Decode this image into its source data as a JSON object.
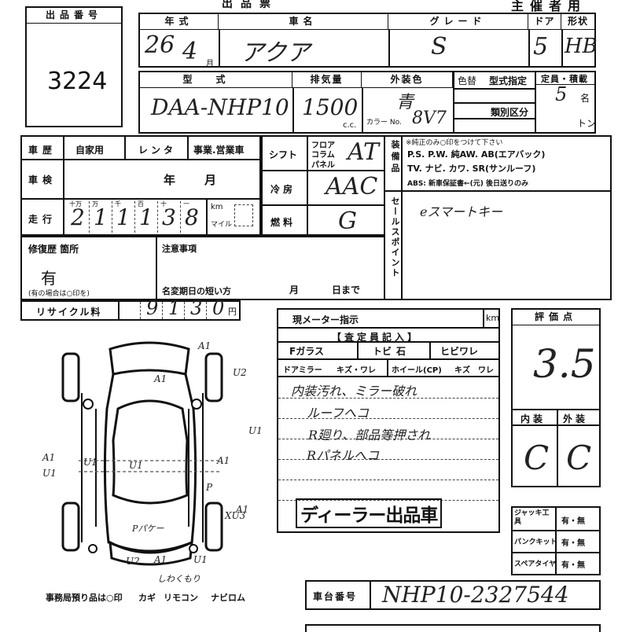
{
  "header": {
    "title": "出品票",
    "title_right": "主催者用"
  },
  "lot": {
    "label": "出品番号",
    "value": "3224"
  },
  "top_row": {
    "year_label": "年式",
    "year_value": "26",
    "month_value": "4",
    "month_suffix": "月",
    "name_label": "車名",
    "name_value": "アクア",
    "grade_label": "グレード",
    "grade_value": "S",
    "door_label": "ドア",
    "door_value": "5",
    "shape_label": "形状",
    "shape_value": "HB"
  },
  "second_row": {
    "model_label": "型式",
    "model_value": "DAA-NHP10",
    "displacement_label": "排気量",
    "displacement_value": "1500",
    "cc_unit": "c.c.",
    "exterior_label": "外装色",
    "repaint_label": "色替",
    "exterior_value": "青",
    "color_no_label": "カラー No.",
    "color_no_value": "8V7",
    "type_designation_label": "型式指定",
    "category_label": "類別区分",
    "capacity_label": "定員・積載",
    "capacity_value": "5",
    "capacity_unit": "名",
    "load_unit": "トン"
  },
  "history": {
    "label": "車歴",
    "options": [
      "自家用",
      "レンタ",
      "事業.営業車"
    ],
    "selected": "自家用"
  },
  "inspection": {
    "label": "車検",
    "year_label": "年",
    "month_label": "月"
  },
  "mileage": {
    "label": "走行",
    "unit_labels": [
      "十万",
      "万",
      "千",
      "百",
      "十",
      "一"
    ],
    "digits": [
      "2",
      "1",
      "1",
      "1",
      "3",
      "8"
    ],
    "km_label": "km",
    "mile_label": "マイル"
  },
  "shift": {
    "label": "シフト",
    "options": [
      "フロア",
      "コラム",
      "パネル"
    ],
    "value": "AT"
  },
  "aircon": {
    "label": "冷房",
    "value": "AAC"
  },
  "fuel": {
    "label": "燃料",
    "value": "G"
  },
  "equipment": {
    "label": "装備品",
    "instruction": "※純正のみ○印をつけて下さい",
    "line1": "P.S. P.W. 純AW. AB(エアバック)",
    "line2": "TV. ナビ. カワ. SR(サンルーフ)",
    "line3": "ABS: 新車保証書←(元) 後日送りのみ"
  },
  "sales_point": {
    "label": "セールスポイント",
    "value": "eスマートキー"
  },
  "repair": {
    "label": "修復歴 箇所",
    "value": "有",
    "note": "(有の場合は○印を)"
  },
  "caution": {
    "label": "注意事項",
    "short_period_label": "名変期日の短い方",
    "month_label": "月",
    "day_label": "日まで"
  },
  "recycle": {
    "label": "リサイクル料",
    "digits": [
      "9",
      "1",
      "3",
      "0"
    ],
    "unit": "円"
  },
  "meter": {
    "label": "現メーター指示",
    "unit": "km"
  },
  "inspector": {
    "title": "【査定員記入】",
    "row1": [
      "Fガラス",
      "トビ",
      "石",
      "ヒビワレ"
    ],
    "row2": [
      "ドアミラー",
      "キズ・ワレ",
      "ホイール(CP)",
      "キズ",
      "ワレ"
    ],
    "notes": [
      "内装汚れ、ミラー破れ",
      "ルーフへコ",
      "R廻り、部品等押され",
      "Rパネルへコ"
    ],
    "dealer_stamp": "ディーラー出品車"
  },
  "rating": {
    "label": "評価点",
    "value": "3.5",
    "interior_label": "内装",
    "exterior_label": "外装",
    "interior_value": "C",
    "exterior_value": "C"
  },
  "tools": {
    "rows": [
      {
        "label": "ジャッキ工具",
        "value": "有・無"
      },
      {
        "label": "パンクキット",
        "value": "有・無"
      },
      {
        "label": "スペアタイヤ",
        "value": "有・無"
      }
    ]
  },
  "chassis": {
    "label": "車台番号",
    "value": "NHP10-2327544"
  },
  "diagram": {
    "marks": [
      "A1",
      "U2",
      "U1",
      "A1",
      "U1",
      "A1",
      "P",
      "XU3",
      "U2",
      "A1",
      "U1",
      "U1",
      "A1",
      "A1",
      "U1"
    ],
    "notes": [
      "Pパケー",
      "しわくもり"
    ]
  },
  "office": {
    "label": "事務局預り品は○印",
    "items": [
      "カギ",
      "リモコン",
      "ナビロム"
    ]
  }
}
